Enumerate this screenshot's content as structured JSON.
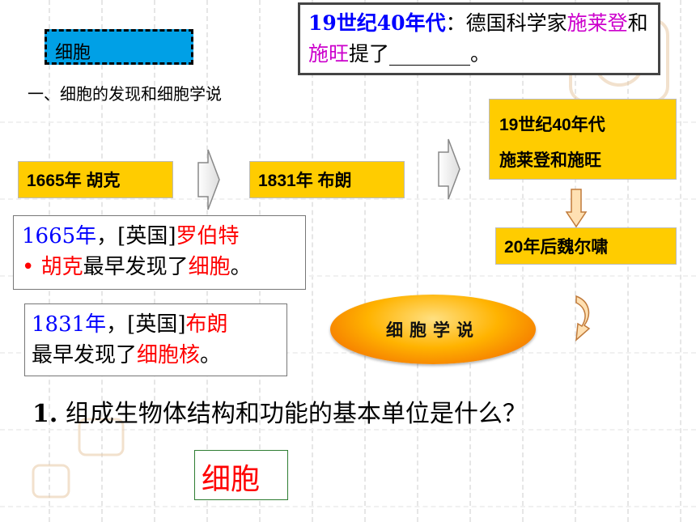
{
  "tag": "细胞",
  "section_title": "一、细胞的发现和细胞学说",
  "top_box": {
    "year": "19世纪40年代",
    "colon": "：德国科学家",
    "name1": "施莱登",
    "and": "和",
    "name2": "施旺",
    "tail": "提了________。"
  },
  "timeline": {
    "b1665": "1665年 胡克",
    "b1831": "1831年 布朗",
    "b19_line1": "19世纪40年代",
    "b19_line2": "施莱登和施旺",
    "b20": "20年后魏尔啸"
  },
  "info1": {
    "year": "1665年",
    "country": "，[英国]",
    "name_a": "罗伯特",
    "bullet": "•",
    "name_b": "胡克",
    "text": "最早发现了",
    "object": "细胞",
    "end": "。"
  },
  "info2": {
    "year": "1831年",
    "country": "，[英国]",
    "name": "布朗",
    "text": "最早发现了",
    "object": "细胞核",
    "end": "。"
  },
  "oval_label": "细胞学说",
  "question": {
    "number": "1.",
    "text": " 组成生物体结构和功能的基本单位是什么？"
  },
  "answer": "细胞",
  "colors": {
    "tag_bg": "#00a0e6",
    "box_bg": "#ffcc00",
    "blue": "#0000ff",
    "red": "#ff0000",
    "purple": "#cc00cc"
  }
}
